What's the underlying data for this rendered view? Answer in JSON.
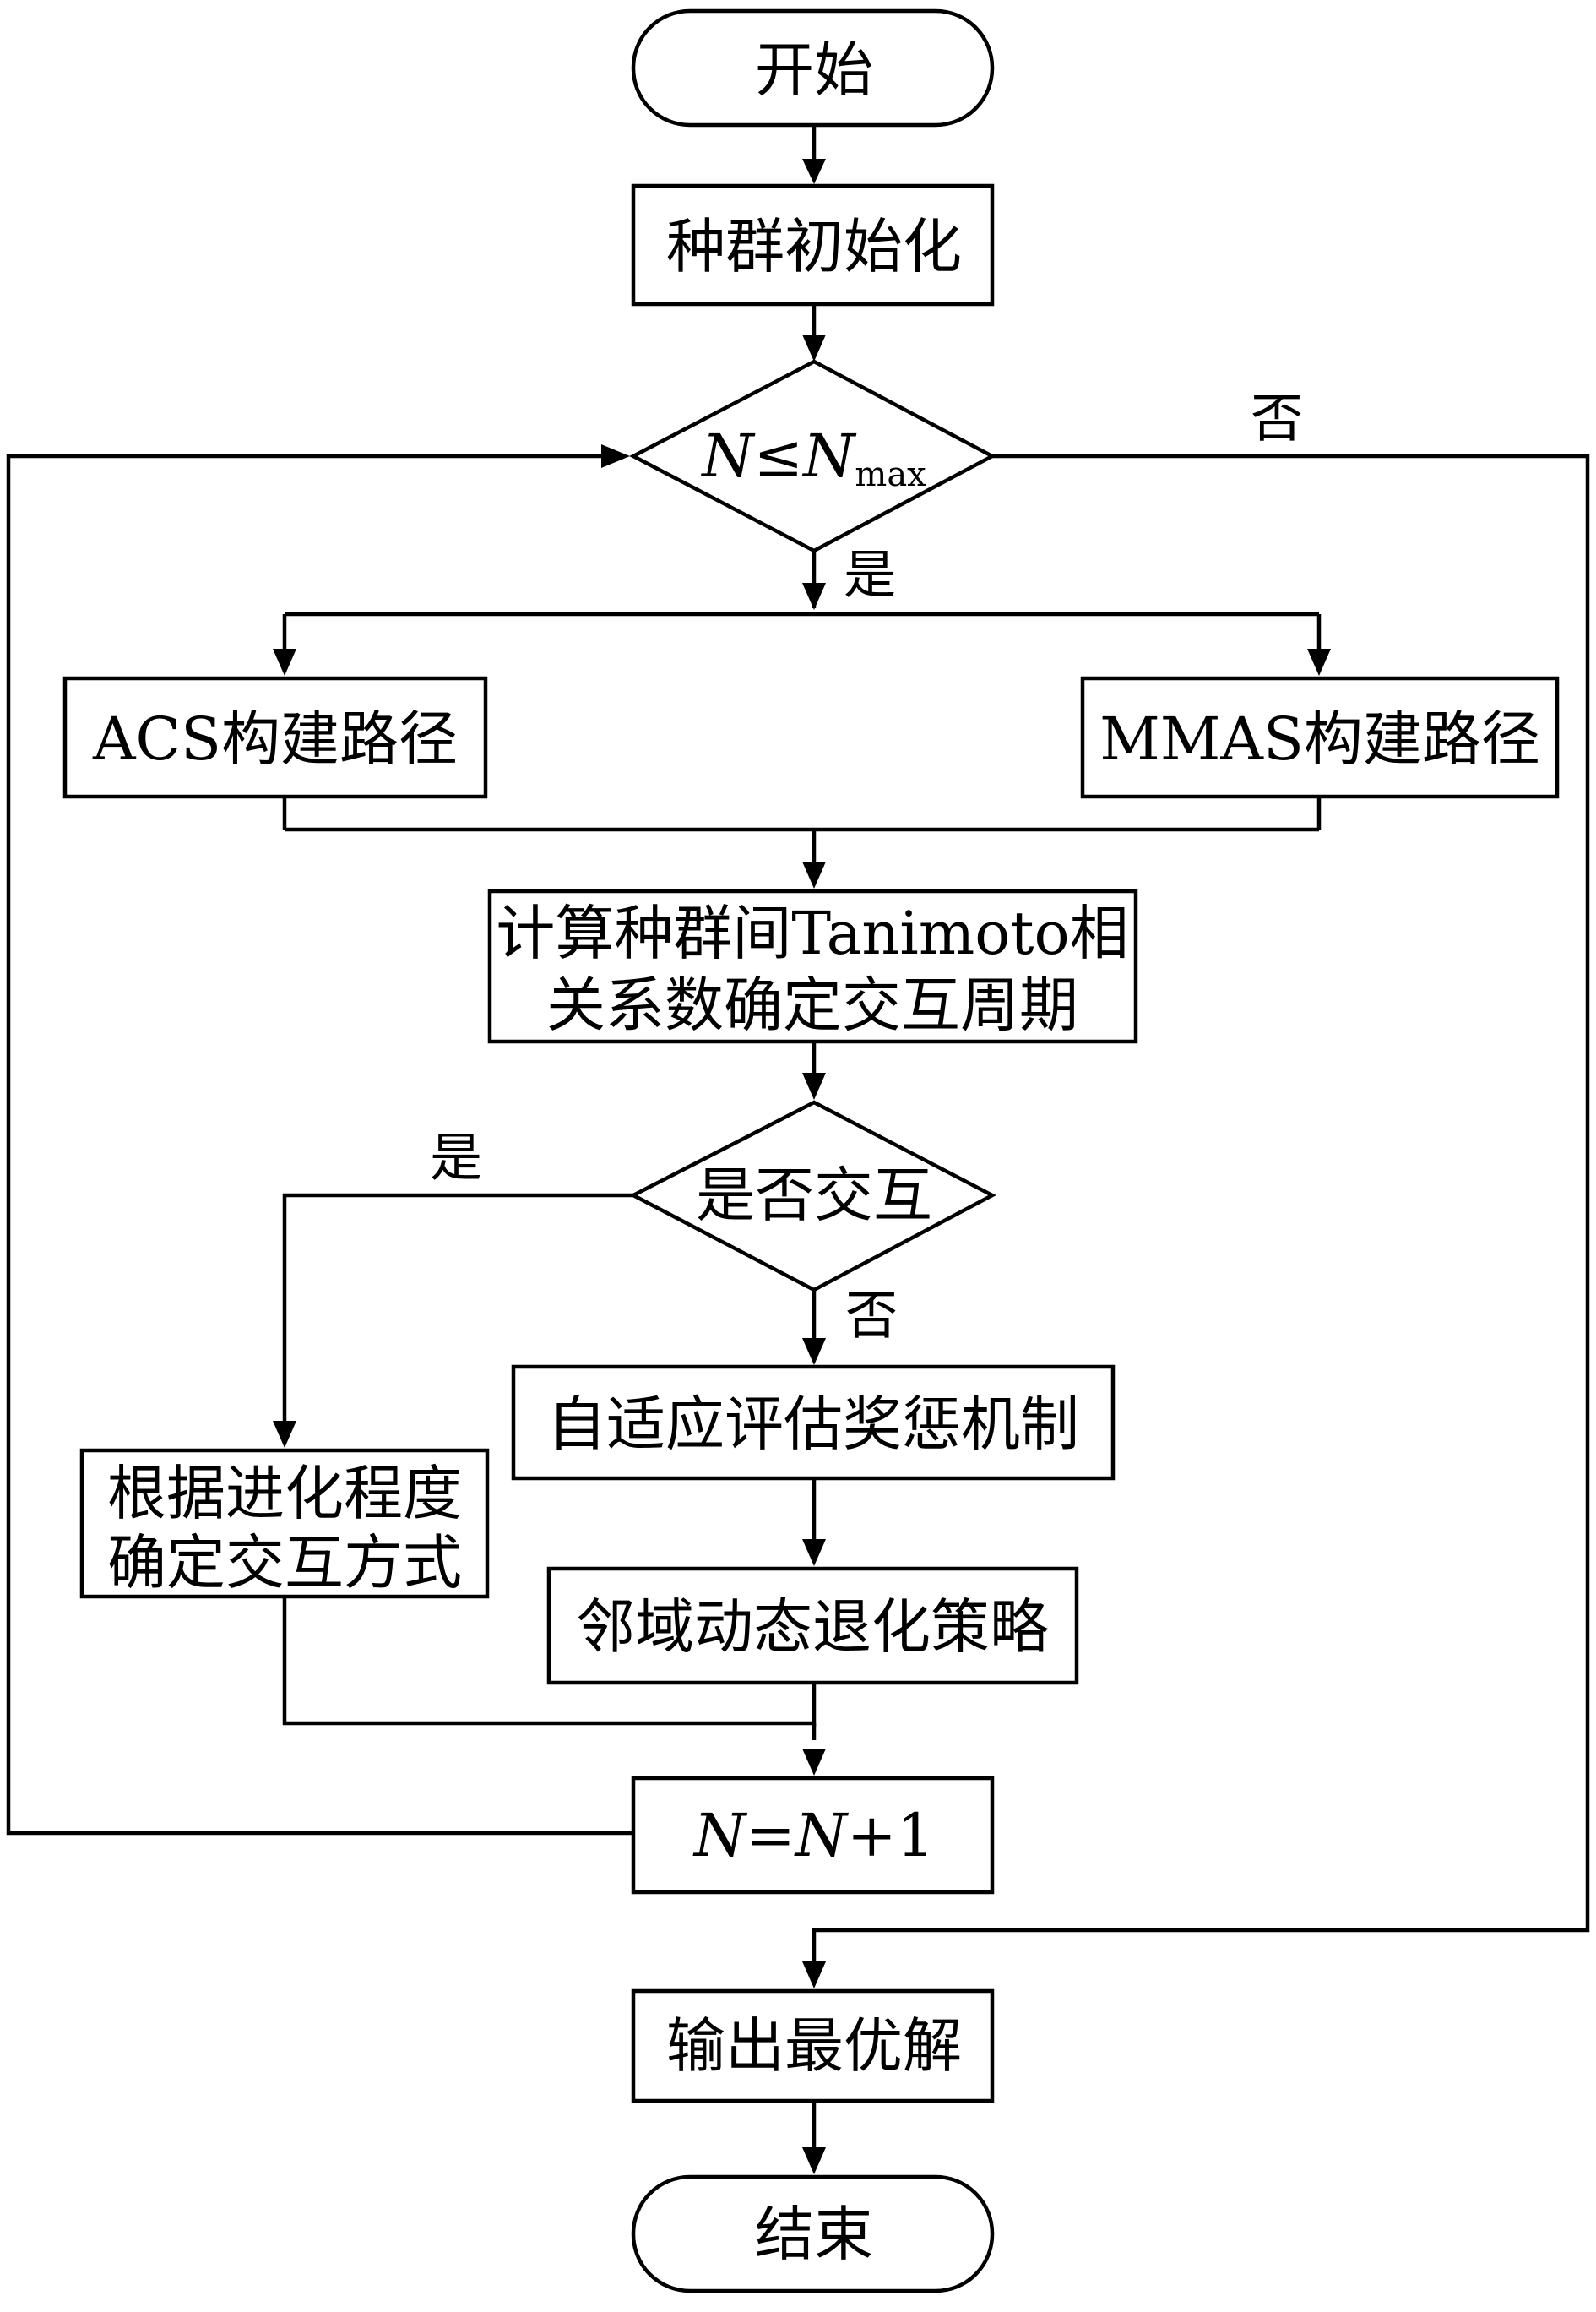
{
  "nodes": {
    "start": "开始",
    "init": "种群初始化",
    "cond_iter": {
      "n": "N",
      "le": "≤",
      "nmax": "N",
      "sub": "max"
    },
    "acs": "ACS构建路径",
    "mmas": "MMAS构建路径",
    "tanimoto_line1": "计算种群间Tanimoto相",
    "tanimoto_line2": "关系数确定交互周期",
    "cond_interact": "是否交互",
    "adaptive": "自适应评估奖惩机制",
    "neighborhood": "邻域动态退化策略",
    "mode_line1": "根据进化程度",
    "mode_line2": "确定交互方式",
    "increment": {
      "n1": "N",
      "eq": "=",
      "n2": "N",
      "plus": "+1"
    },
    "output": "输出最优解",
    "end": "结束"
  },
  "edge_labels": {
    "iter_no": "否",
    "iter_yes": "是",
    "interact_yes": "是",
    "interact_no": "否"
  }
}
